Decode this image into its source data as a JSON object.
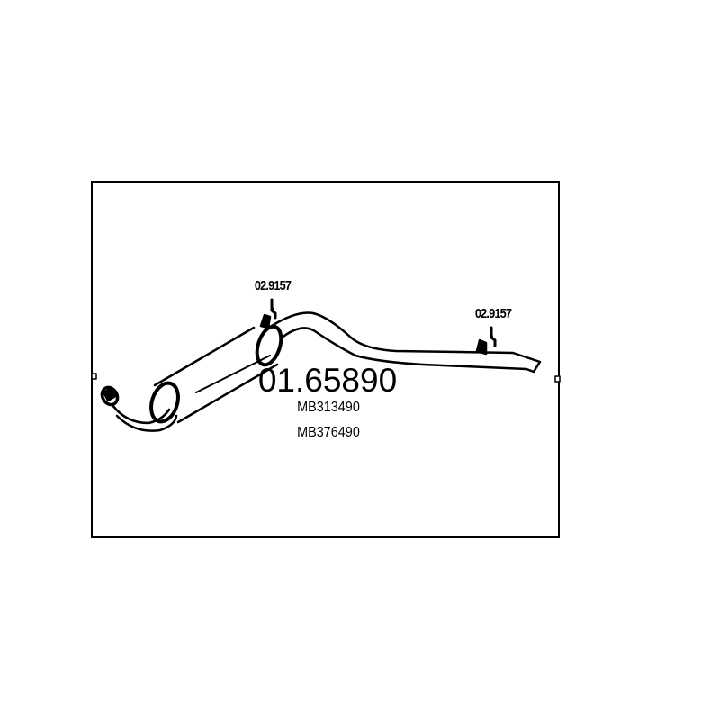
{
  "part_number": "01.65890",
  "oe_references": [
    "MB313490",
    "MB376490"
  ],
  "brackets": [
    {
      "label": "02.9157",
      "icon": "hanger-icon"
    },
    {
      "label": "02.9157",
      "icon": "hanger-icon"
    }
  ]
}
